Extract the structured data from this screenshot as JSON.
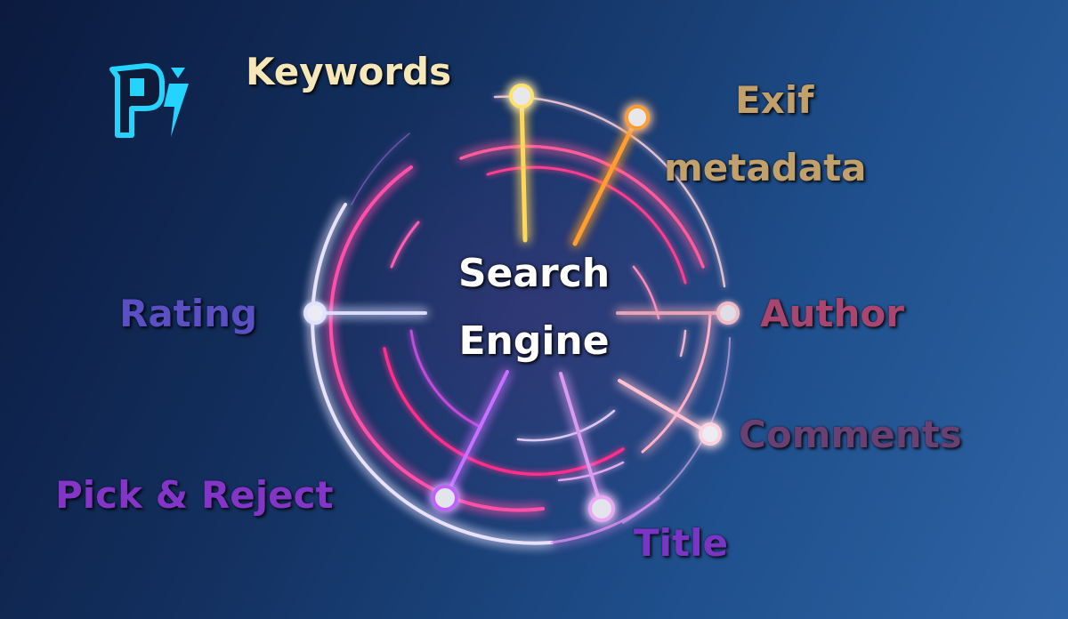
{
  "diagram": {
    "center": {
      "line1": "Search",
      "line2": "Engine"
    },
    "labels": {
      "keywords": "Keywords",
      "exif_line1": "Exif",
      "exif_line2": "metadata",
      "author": "Author",
      "comments": "Comments",
      "title": "Title",
      "pick_reject": "Pick & Reject",
      "rating": "Rating"
    },
    "colors": {
      "keywords": "#f6e7b8",
      "exif": "#c2a06c",
      "author": "#a8466f",
      "comments": "#6a3f72",
      "title": "#7a35c4",
      "pick_reject": "#8235c6",
      "rating": "#5a50c4",
      "logo": "#25d3ff"
    }
  },
  "logo": {
    "icon": "pi-logo-icon"
  }
}
